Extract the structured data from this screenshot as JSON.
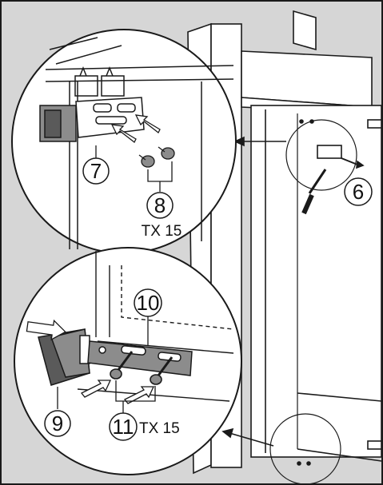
{
  "colors": {
    "background": "#d6d6d6",
    "line": "#1a1a1a",
    "panel": "#ffffff",
    "part_grey": "#8c8c8c",
    "part_dark": "#5a5a5a"
  },
  "callouts": {
    "c6": "6",
    "c7": "7",
    "c8": "8",
    "c9": "9",
    "c10": "10",
    "c11": "11"
  },
  "labels": {
    "tx_top": "TX 15",
    "tx_bottom": "TX 15"
  }
}
